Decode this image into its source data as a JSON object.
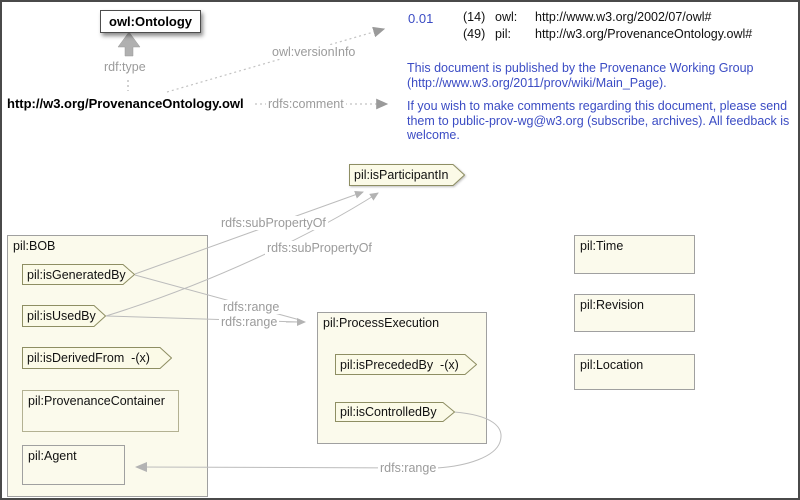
{
  "diagram": {
    "ontology_class": "owl:Ontology",
    "ontology_uri": "http://w3.org/ProvenanceOntology.owl",
    "version_value": "0.01",
    "namespaces": [
      {
        "count": "(14)",
        "prefix": "owl:",
        "uri": "http://www.w3.org/2002/07/owl#"
      },
      {
        "count": "(49)",
        "prefix": "pil:",
        "uri": "http://w3.org/ProvenanceOntology.owl#"
      }
    ],
    "comment": {
      "p1": "This document is published by the Provenance Working Group (http://www.w3.org/2011/prov/wiki/Main_Page).",
      "p2": "If you wish to make comments regarding this document, please send them to public-prov-wg@w3.org (subscribe, archives). All feedback is welcome."
    },
    "edge_labels": {
      "rdf_type": "rdf:type",
      "version_info": "owl:versionInfo",
      "comment": "rdfs:comment",
      "sub_property_a": "rdfs:subPropertyOf",
      "sub_property_b": "rdfs:subPropertyOf",
      "range_a": "rdfs:range",
      "range_b": "rdfs:range",
      "range_c": "rdfs:range"
    },
    "nodes": {
      "bob": {
        "label": "pil:BOB"
      },
      "is_generated_by": {
        "label": "pil:isGeneratedBy"
      },
      "is_used_by": {
        "label": "pil:isUsedBy"
      },
      "is_derived_from": {
        "label": "pil:isDerivedFrom  -(x)"
      },
      "provenance_container": {
        "label": "pil:ProvenanceContainer"
      },
      "agent": {
        "label": "pil:Agent"
      },
      "is_participant_in": {
        "label": "pil:isParticipantIn"
      },
      "process_execution": {
        "label": "pil:ProcessExecution"
      },
      "is_preceded_by": {
        "label": "pil:isPrecededBy  -(x)"
      },
      "is_controlled_by": {
        "label": "pil:isControlledBy"
      },
      "time": {
        "label": "pil:Time"
      },
      "revision": {
        "label": "pil:Revision"
      },
      "location": {
        "label": "pil:Location"
      }
    },
    "colors": {
      "node_fill": "#fbfaec",
      "pentagon_fill": "#fbfae7",
      "pentagon_border": "#8e8e63",
      "box_border": "#a0a0a0",
      "wire_gray": "#bcbcbc",
      "edge_label_gray": "#9b9b9b",
      "link_blue": "#3b4cc4"
    }
  }
}
